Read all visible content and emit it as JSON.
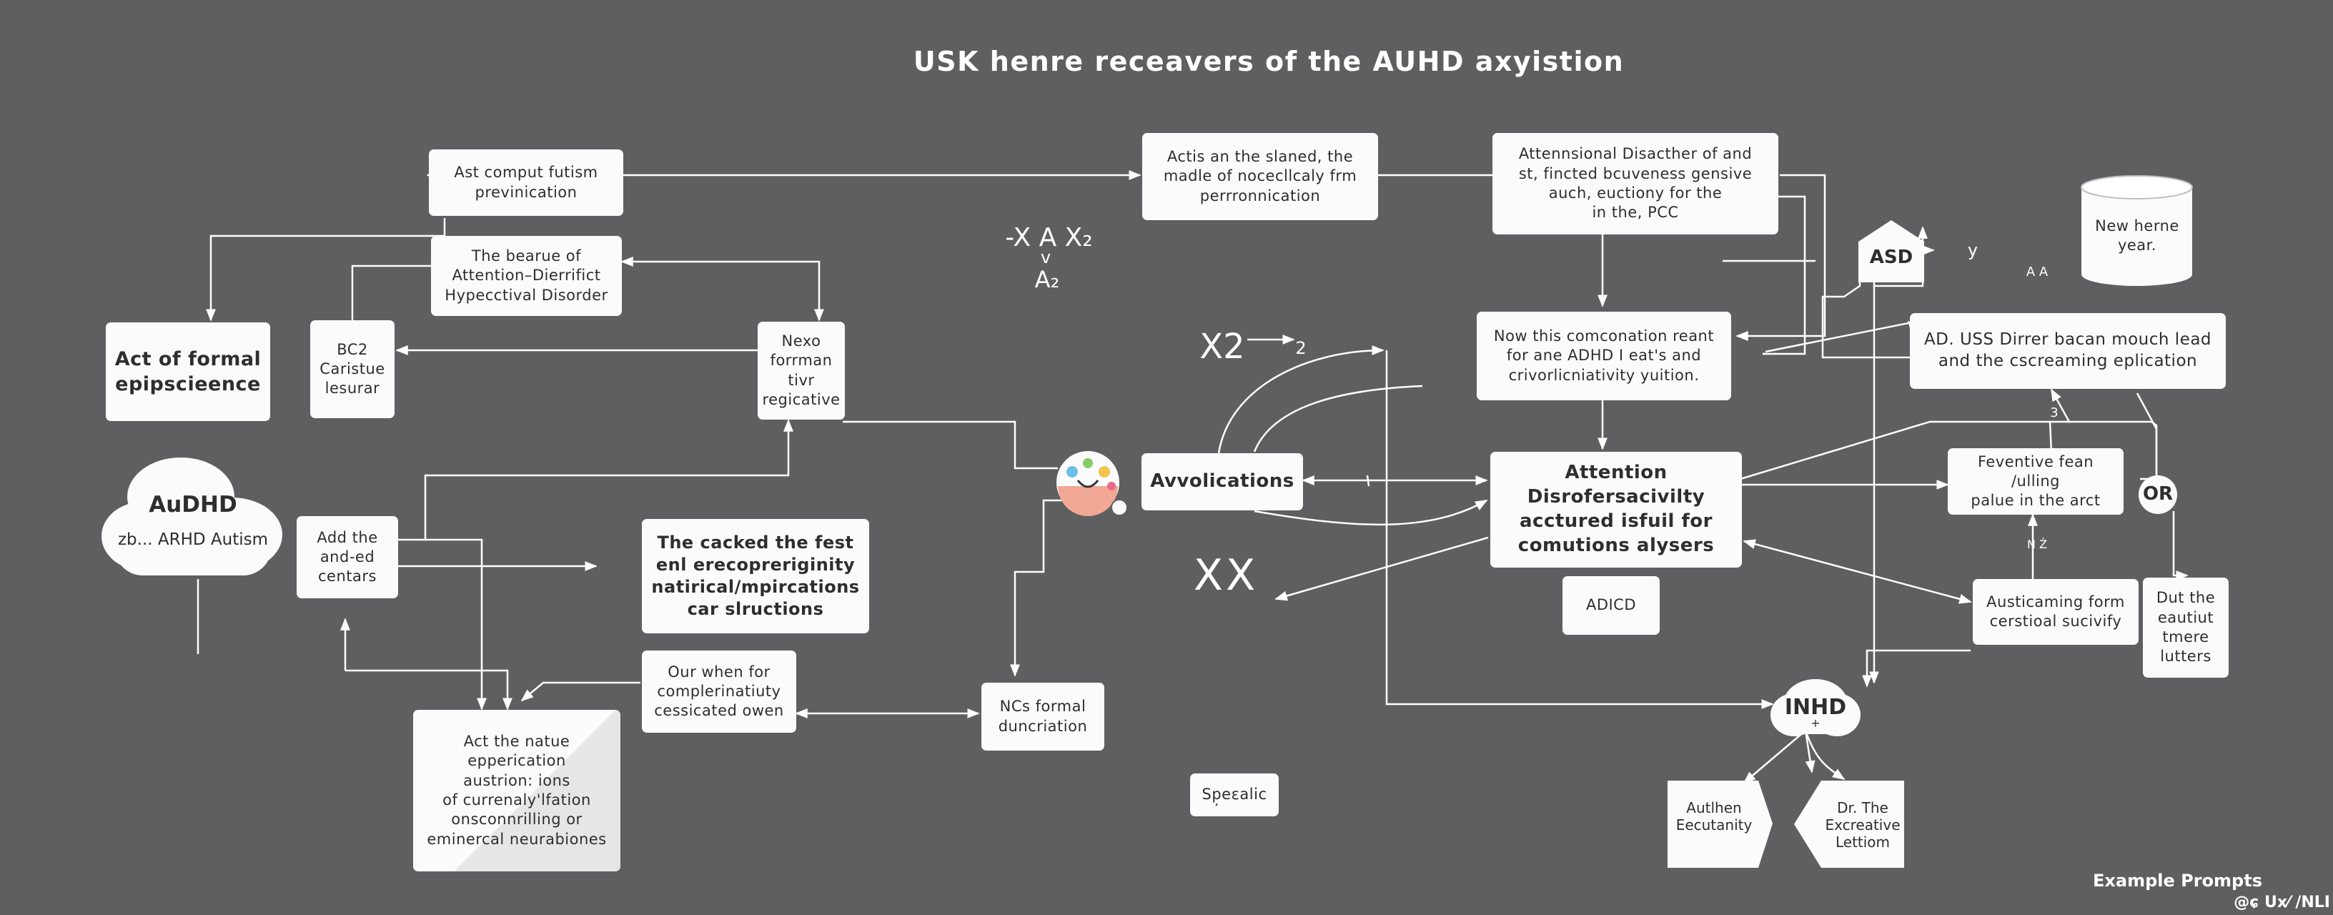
{
  "title": "USK henre receavers of the AUHD axyistion",
  "nodes": {
    "ast_comput": "Ast comput futism\nprevinication",
    "bearue": "The bearue of\nAttention–Dierrifict\nHypecctival Disorder",
    "act_formal": "Act of formal\nepipscieence",
    "bc2": "BC2\nCaristue\nlesurar",
    "nexo": "Nexo\nforrman tivr\nregicative",
    "add_the": "Add the\nand-ed\ncentars",
    "cacked": "The cacked the fest\nenl erecopreriginity\nnatirical/mpircations\ncar slructions",
    "our_when": "Our when for\ncomplerinatiuty\ncessicated owen",
    "act_nature": "Act the natue\nepperication\naustrion: ions\nof currenaly'lfation\nonsconnrilling or\neminercal neurabiones",
    "ncs": "NCs formal\nduncriation",
    "actis": "Actis an the slaned, the\nmadle of nocecllcaly frm\nperrronnication",
    "attennsional": "Attennsional Disacther of and\nst, fincted bcuveness gensive\nauch, euctiony for the\nin the, PCC",
    "now_this": "Now this comconation reant\nfor ane ADHD I eat's and\ncrivorlicniativity yuition.",
    "avvolications": "Avvolications",
    "attention_dis": "Attention Disrofersacivilty\nacctured isfuil for\ncomutions alysers",
    "adicd": "ADICD",
    "specialic": "Sp̦eεalic",
    "ad_uss": "AD. USS Dirrer bacan mouch lead\nand the cscreaming eplication",
    "feventive": "Feventive fean /ulling\npalue in the arct",
    "austicaming": "Austicaming form\ncerstioal sucivify",
    "dut_the": "Dut the\neautiut\ntmere\nlutters",
    "new_herne": "New herne\nyear.",
    "asd": "ASD",
    "or": "OR",
    "inhd": "INHD",
    "authen": "Autlhen\nEecutanity",
    "dr_the": "Dr. The\nExcreative\nLettiom"
  },
  "cloud": {
    "title": "AuDHD",
    "subtitle": "zb... ARHD Autism"
  },
  "free_text": {
    "formula": "-X A X₂",
    "formula_v": "v",
    "formula_a2": "A₂",
    "x2": "X2",
    "x2_sub": "2",
    "xx": "XX",
    "y_label": "y",
    "aa_label": "A A",
    "n_label": "N Ź",
    "three_label": "3",
    "plus_label": "+"
  },
  "footer": {
    "prompts": "Example Prompts",
    "credit": "@ɕ Ux⁄ /NLI"
  }
}
